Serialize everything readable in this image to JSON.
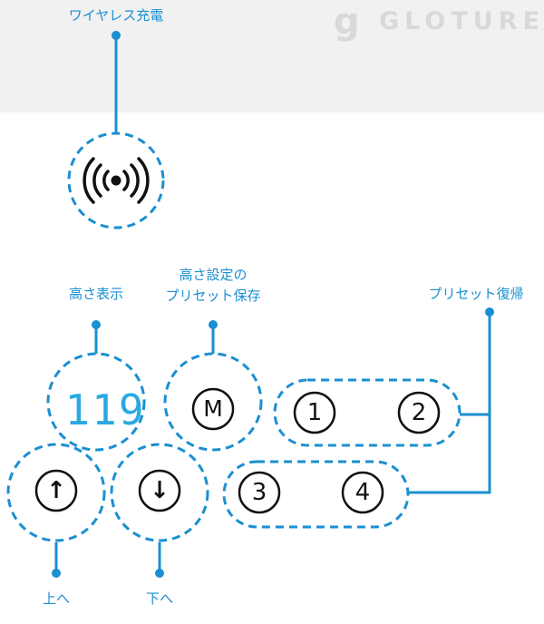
{
  "brand": {
    "logo_mark": "g",
    "logo_text": "GLOTURE"
  },
  "labels": {
    "wireless": "ワイヤレス充電",
    "height_display": "高さ表示",
    "save_line1": "高さ設定の",
    "save_line2": "プリセット保存",
    "preset_recall": "プリセット復帰",
    "up": "上へ",
    "down": "下へ"
  },
  "panel": {
    "height_value": "119",
    "memory_button": "M",
    "preset_1": "1",
    "preset_2": "2",
    "preset_3": "3",
    "preset_4": "4",
    "up_arrow": "↑",
    "down_arrow": "↓"
  },
  "colors": {
    "accent": "#1a8fd1",
    "digit": "#2aa9e0",
    "band": "#f1f1f1"
  }
}
